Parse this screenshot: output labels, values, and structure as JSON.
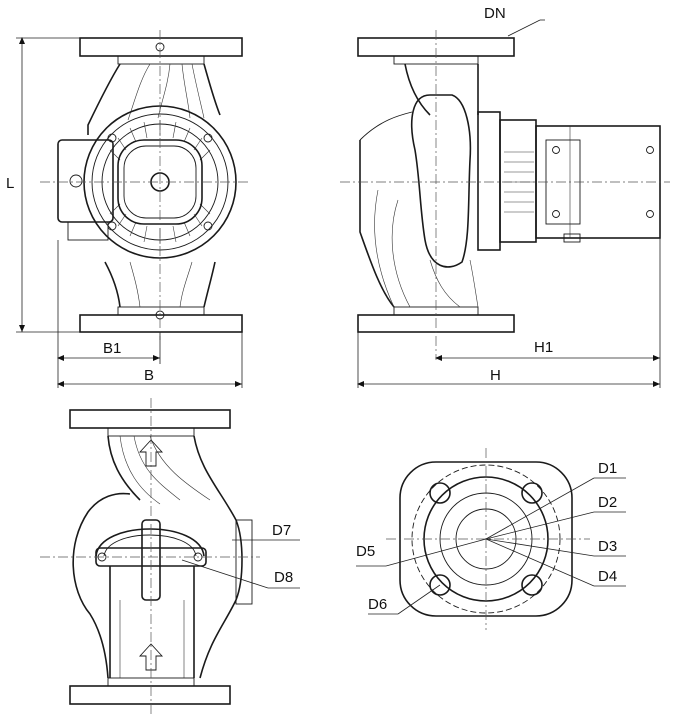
{
  "labels": {
    "dn": "DN",
    "l": "L",
    "b1": "B1",
    "b": "B",
    "h1": "H1",
    "h": "H",
    "d1": "D1",
    "d2": "D2",
    "d3": "D3",
    "d4": "D4",
    "d5": "D5",
    "d6": "D6",
    "d7": "D7",
    "d8": "D8"
  }
}
